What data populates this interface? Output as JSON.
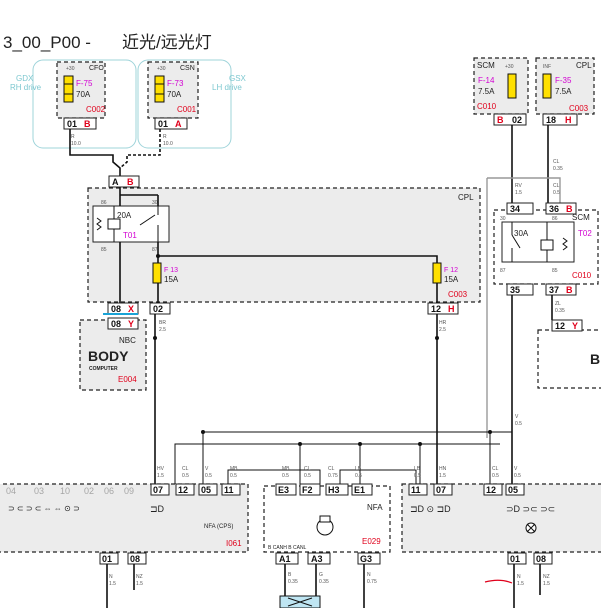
{
  "header": {
    "code": "3_00_P00 -",
    "title": "近光/远光灯"
  },
  "modules": {
    "cfo": {
      "name": "CFO",
      "side": "GDX",
      "side_sub": "RH drive",
      "plus": "+30",
      "fuse": "F-75",
      "amp": "70A",
      "code": "C002",
      "pin": "01",
      "pin_letter": "B",
      "wire_color": "R",
      "wire_size": "10.0"
    },
    "csn": {
      "name": "CSN",
      "side": "GSX",
      "side_sub": "LH drive",
      "plus": "+30",
      "fuse": "F-73",
      "amp": "70A",
      "code": "C001",
      "pin": "01",
      "pin_letter": "A",
      "wire_color": "R",
      "wire_size": "10.0"
    },
    "scm_top": {
      "name": "SCM",
      "plus": "+30",
      "fuse": "F-14",
      "amp": "7.5A",
      "code": "C010",
      "pin": "02",
      "pin_letter": "B"
    },
    "cpl_top": {
      "name": "CPL",
      "plus": "INF",
      "fuse": "F-35",
      "amp": "7.5A",
      "code": "C003",
      "pin": "18",
      "pin_letter": "H"
    },
    "cpl": {
      "name": "CPL",
      "code": "C003",
      "top_pin": "A",
      "top_pin_letter": "B",
      "relay_amp": "20A",
      "relay_id": "T01",
      "relay_pins": [
        "86",
        "30",
        "85",
        "87"
      ],
      "fuse1": "F 13",
      "fuse1_amp": "15A",
      "fuse2": "F 12",
      "fuse2_amp": "15A",
      "pin_left": "08",
      "pin_left_letter": "X",
      "pin_mid": "02",
      "pin_right": "12",
      "pin_right_letter": "H"
    },
    "scm": {
      "name": "SCM",
      "code": "C010",
      "relay_amp": "30A",
      "relay_id": "T02",
      "relay_pins": [
        "30",
        "86",
        "87",
        "85"
      ],
      "pin_tl": "34",
      "pin_tr": "36",
      "pin_tr_letter": "B",
      "pin_bl": "35",
      "pin_br": "37",
      "pin_br_letter": "B"
    },
    "nbc": {
      "name": "NBC",
      "pin": "08",
      "pin_letter": "Y",
      "body": "BODY",
      "body_sub": "COMPUTER",
      "code": "E004"
    },
    "body_right": {
      "body": "B",
      "pin": "12",
      "pin_letter": "Y"
    },
    "nfa": {
      "name": "NFA",
      "code": "E029",
      "pins": [
        "E3",
        "F2",
        "H3",
        "E1"
      ],
      "bottom_label": "B CANH  B CANL",
      "bottom_pins": [
        "A1",
        "A3",
        "G3"
      ]
    },
    "left_lamp": {
      "pins_top": [
        "07",
        "12",
        "05",
        "11"
      ],
      "code": "I061",
      "label": "NFA (CPS)",
      "pins_bottom": [
        "01",
        "08"
      ],
      "num_strip": [
        "04",
        "03",
        "10",
        "02",
        "06",
        "09"
      ]
    },
    "right_lamp": {
      "pins_top": [
        "11",
        "07",
        "12",
        "05"
      ],
      "pins_bottom": [
        "01",
        "08"
      ]
    }
  },
  "wires": {
    "rv": {
      "color": "RV",
      "size": "1.5"
    },
    "cl_top": {
      "color": "CL",
      "size": "0.35"
    },
    "cl_scm": {
      "color": "CL",
      "size": "0.5"
    },
    "zl": {
      "color": "ZL",
      "size": "0.35"
    },
    "br": {
      "color": "BR",
      "size": "2.5"
    },
    "hr": {
      "color": "HR",
      "size": "2.5"
    },
    "v": {
      "color": "V",
      "size": "0.5"
    },
    "left_bundle": [
      {
        "color": "HV",
        "size": "1.5"
      },
      {
        "color": "CL",
        "size": "0.5"
      },
      {
        "color": "V",
        "size": "0.5"
      },
      {
        "color": "MB",
        "size": "0.5"
      }
    ],
    "nfa_bundle": [
      {
        "color": "MB",
        "size": "0.5"
      },
      {
        "color": "CL",
        "size": "0.5"
      },
      {
        "color": "CL",
        "size": "0.75"
      },
      {
        "color": "LB",
        "size": "0.5"
      }
    ],
    "right_bundle": [
      {
        "color": "LB",
        "size": "0.5"
      },
      {
        "color": "HN",
        "size": "1.5"
      },
      {
        "color": "CL",
        "size": "0.5"
      },
      {
        "color": "V",
        "size": "0.5"
      }
    ],
    "bottom_left": [
      {
        "color": "N",
        "size": "1.5"
      },
      {
        "color": "NZ",
        "size": "1.5"
      }
    ],
    "bottom_nfa": [
      {
        "color": "B",
        "size": "0.35"
      },
      {
        "color": "G",
        "size": "0.35"
      },
      {
        "color": "N",
        "size": "0.75"
      }
    ],
    "bottom_right": [
      {
        "color": "N",
        "size": "1.5"
      },
      {
        "color": "NZ",
        "size": "1.5"
      }
    ]
  },
  "colors": {
    "accent_red": "#e0001b",
    "fuse_magenta": "#d200d2",
    "drive_cyan": "#7ec8d0",
    "wire": "#111111",
    "box_fill": "#ececec"
  }
}
